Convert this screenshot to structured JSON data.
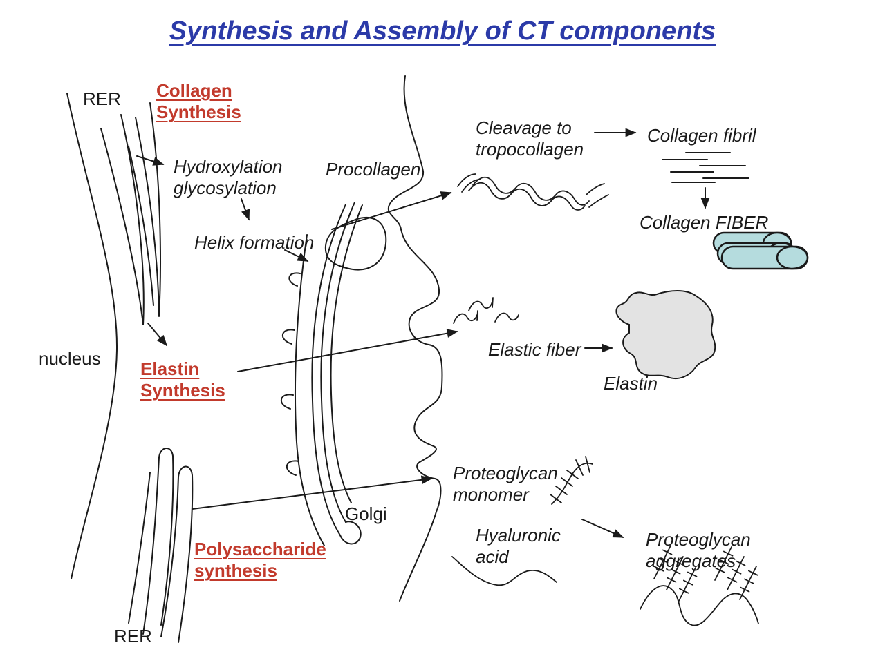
{
  "title": {
    "text": "Synthesis and Assembly of CT components"
  },
  "colors": {
    "title_blue": "#2b3aa8",
    "heading_red": "#c23a2c",
    "ink": "#1a1a1a",
    "fiber_fill": "#b5dcde",
    "elastin_fill": "#e3e3e3",
    "background": "#ffffff"
  },
  "labels": {
    "rer_top": "RER",
    "collagen_synthesis": "Collagen\nSynthesis",
    "hydroxylation": "Hydroxylation\nglycosylation",
    "procollagen": "Procollagen",
    "helix_formation": "Helix formation",
    "cleavage": "Cleavage to\ntropocollagen",
    "collagen_fibril": "Collagen fibril",
    "collagen_fiber": "Collagen FIBER",
    "elastic_fiber": "Elastic fiber",
    "elastin": "Elastin",
    "nucleus": "nucleus",
    "elastin_synthesis": "Elastin\nSynthesis",
    "golgi": "Golgi",
    "proteoglycan_monomer": "Proteoglycan\nmonomer",
    "hyaluronic_acid": "Hyaluronic\nacid",
    "polysaccharide_synthesis": "Polysaccharide\nsynthesis",
    "proteoglycan_aggregates": "Proteoglycan\naggregates",
    "rer_bottom": "RER"
  }
}
